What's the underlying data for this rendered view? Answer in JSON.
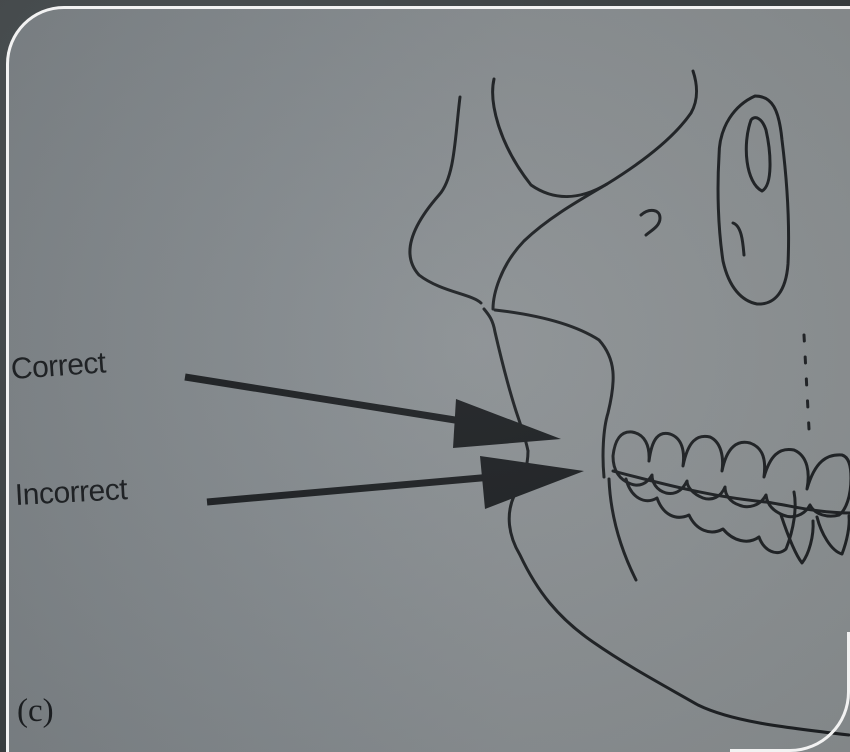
{
  "figure": {
    "labels": {
      "correct": "Correct",
      "incorrect": "Incorrect",
      "panel": "(c)"
    },
    "colors": {
      "background": "#3f4446",
      "paper": "#858b8f",
      "ink": "#1c1f22",
      "frame": "#f2f2f2"
    }
  }
}
